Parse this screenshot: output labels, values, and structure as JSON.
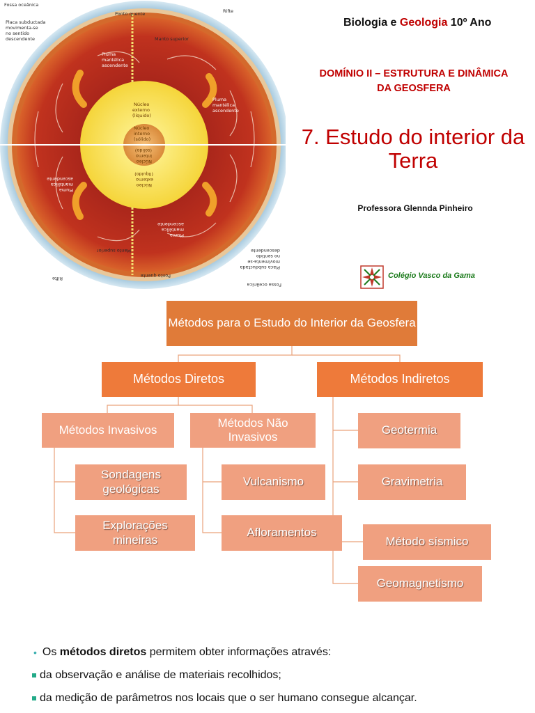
{
  "header": {
    "subject_a": "Biologia e ",
    "subject_b": "Geologia",
    "subject_c": " 10º Ano",
    "domain_line1": "DOMÍNIO II –  ESTRUTURA E DINÂMICA",
    "domain_line2": "DA GEOSFERA",
    "topic_line1": "7. Estudo do interior da",
    "topic_line2": "Terra",
    "teacher": "Professora Glennda Pinheiro",
    "school": "Colégio Vasco da Gama"
  },
  "earth_labels": {
    "oceanic_trench": "Fossa oceânica",
    "subducted_plate_1": "Placa subductada",
    "subducted_plate_2": "movimenta-se",
    "subducted_plate_3": "no sentido",
    "subducted_plate_4": "descendente",
    "hot_spot": "Ponto quente",
    "rift": "Rifte",
    "upper_mantle": "Manto superior",
    "plume_1": "Pluma",
    "plume_2": "mantélica",
    "plume_3": "ascendente",
    "outer_core_1": "Núcleo",
    "outer_core_2": "externo",
    "outer_core_3": "(líquido)",
    "inner_core_1": "Núcleo",
    "inner_core_2": "interno",
    "inner_core_3": "(sólido)"
  },
  "concept_map": {
    "root": "Métodos para o Estudo do Interior da Geosfera",
    "direct": "Métodos Diretos",
    "indirect": "Métodos Indiretos",
    "invasive": "Métodos Invasivos",
    "non_invasive": "Métodos Não Invasivos",
    "soundings": "Sondagens geológicas",
    "mining": "Explorações mineiras",
    "volcanism": "Vulcanismo",
    "outcrops": "Afloramentos",
    "geothermy": "Geotermia",
    "gravimetry": "Gravimetria",
    "seismic": "Método sísmico",
    "geomagnetism": "Geomagnetismo"
  },
  "notes": {
    "intro_pre": "Os ",
    "intro_bold": "métodos diretos",
    "intro_post": " permitem obter informações através:",
    "item1": "da observação e análise de materiais recolhidos;",
    "item2": "da medição de parâmetros nos locais que o ser humano consegue alcançar."
  },
  "colors": {
    "title_red": "#c00000",
    "root_box": "#e07b39",
    "level1_box": "#ee7a3a",
    "level2_box": "#f0a080",
    "school_green": "#1a7a1a",
    "bullet_teal": "#3cb0b0"
  }
}
